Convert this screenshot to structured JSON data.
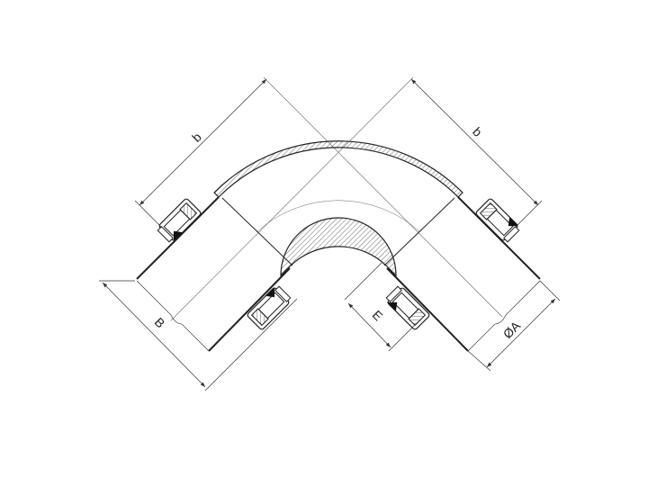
{
  "drawing": {
    "labels": {
      "b_left": "b",
      "b_right": "b",
      "B": "B",
      "E": "E",
      "A": "ØA"
    },
    "colors": {
      "line": "#222222",
      "thin": "#555555"
    }
  }
}
